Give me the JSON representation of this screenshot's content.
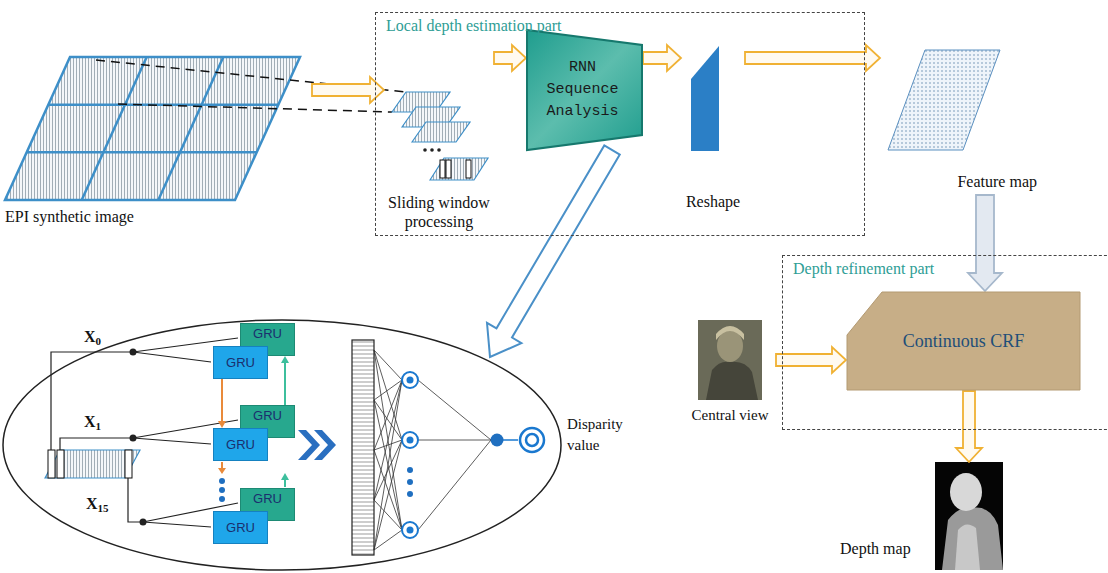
{
  "diagram": {
    "nodes": [
      {
        "text": [
          "EPI synthetic image"
        ]
      },
      {
        "text": [
          "Local depth estimation part"
        ]
      },
      {
        "text": [
          "Sliding window processing"
        ],
        "in": 1
      },
      {
        "text": [
          "RNN Sequence Analysis"
        ],
        "in": 1
      },
      {
        "text": [
          "Reshape"
        ],
        "in": 1
      },
      {
        "text": [
          "Feature map"
        ]
      },
      {
        "text": [
          "GRU"
        ]
      },
      {
        "text": [
          "GRU"
        ]
      },
      {
        "text": [
          "GRU"
        ]
      },
      {
        "text": [
          "GRU"
        ]
      },
      {
        "text": [
          "GRU"
        ]
      },
      {
        "text": [
          "GRU"
        ]
      },
      {
        "text": [
          "Disparity value"
        ]
      },
      {
        "text": [
          "Central view"
        ]
      },
      {
        "text": [
          "Depth refinement part"
        ]
      },
      {
        "text": [
          "Continuous CRF"
        ],
        "in": 14
      },
      {
        "text": [
          "Depth map"
        ]
      }
    ],
    "edges": [
      {
        "from": 0,
        "to": 2,
        "arrow": "to"
      },
      {
        "from": 2,
        "to": 3,
        "arrow": "to"
      },
      {
        "from": 3,
        "to": 4,
        "arrow": "to"
      },
      {
        "from": 4,
        "to": 5,
        "arrow": "to"
      },
      {
        "from": 5,
        "to": 15,
        "arrow": "to"
      },
      {
        "from": 13,
        "to": 15,
        "arrow": "to"
      },
      {
        "from": 15,
        "to": 16,
        "arrow": "to"
      },
      {
        "from": 7,
        "to": 9,
        "arrow": "to"
      },
      {
        "from": 8,
        "to": 6,
        "arrow": "to"
      }
    ],
    "labels": [
      "X0",
      "X1",
      "X15"
    ]
  }
}
